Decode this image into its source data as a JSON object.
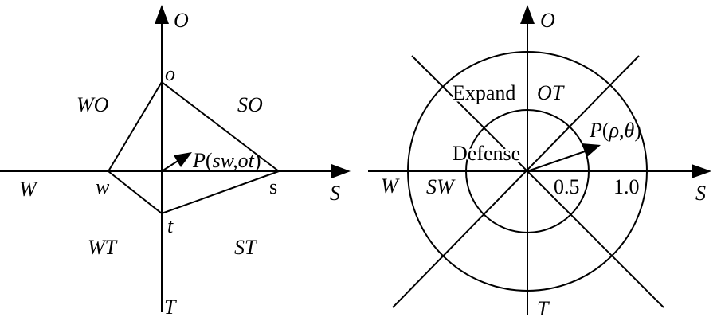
{
  "left_diagram": {
    "axis_labels": {
      "top": "O",
      "bottom": "T",
      "left": "W",
      "right": "S"
    },
    "quadrants": {
      "upper_left": "WO",
      "upper_right": "SO",
      "lower_left": "WT",
      "lower_right": "ST"
    },
    "vertices": {
      "o": "o",
      "w": "w",
      "t": "t",
      "s": "s"
    },
    "point": {
      "p": "P",
      "open": "(",
      "args": "sw,ot",
      "close": ")"
    }
  },
  "right_diagram": {
    "axis_labels": {
      "top": "O",
      "bottom": "T",
      "left": "W",
      "right": "S"
    },
    "region_sw": "SW",
    "region_expand": {
      "word": "Expand",
      "code": "OT"
    },
    "region_defense": "Defense",
    "radius_inner": "0.5",
    "radius_outer": "1.0",
    "point": {
      "p": "P",
      "open": "(",
      "rho": "ρ",
      "comma": ",",
      "theta": "θ",
      "close": ")"
    }
  },
  "colors": {
    "stroke": "#000000",
    "background": "#ffffff"
  }
}
